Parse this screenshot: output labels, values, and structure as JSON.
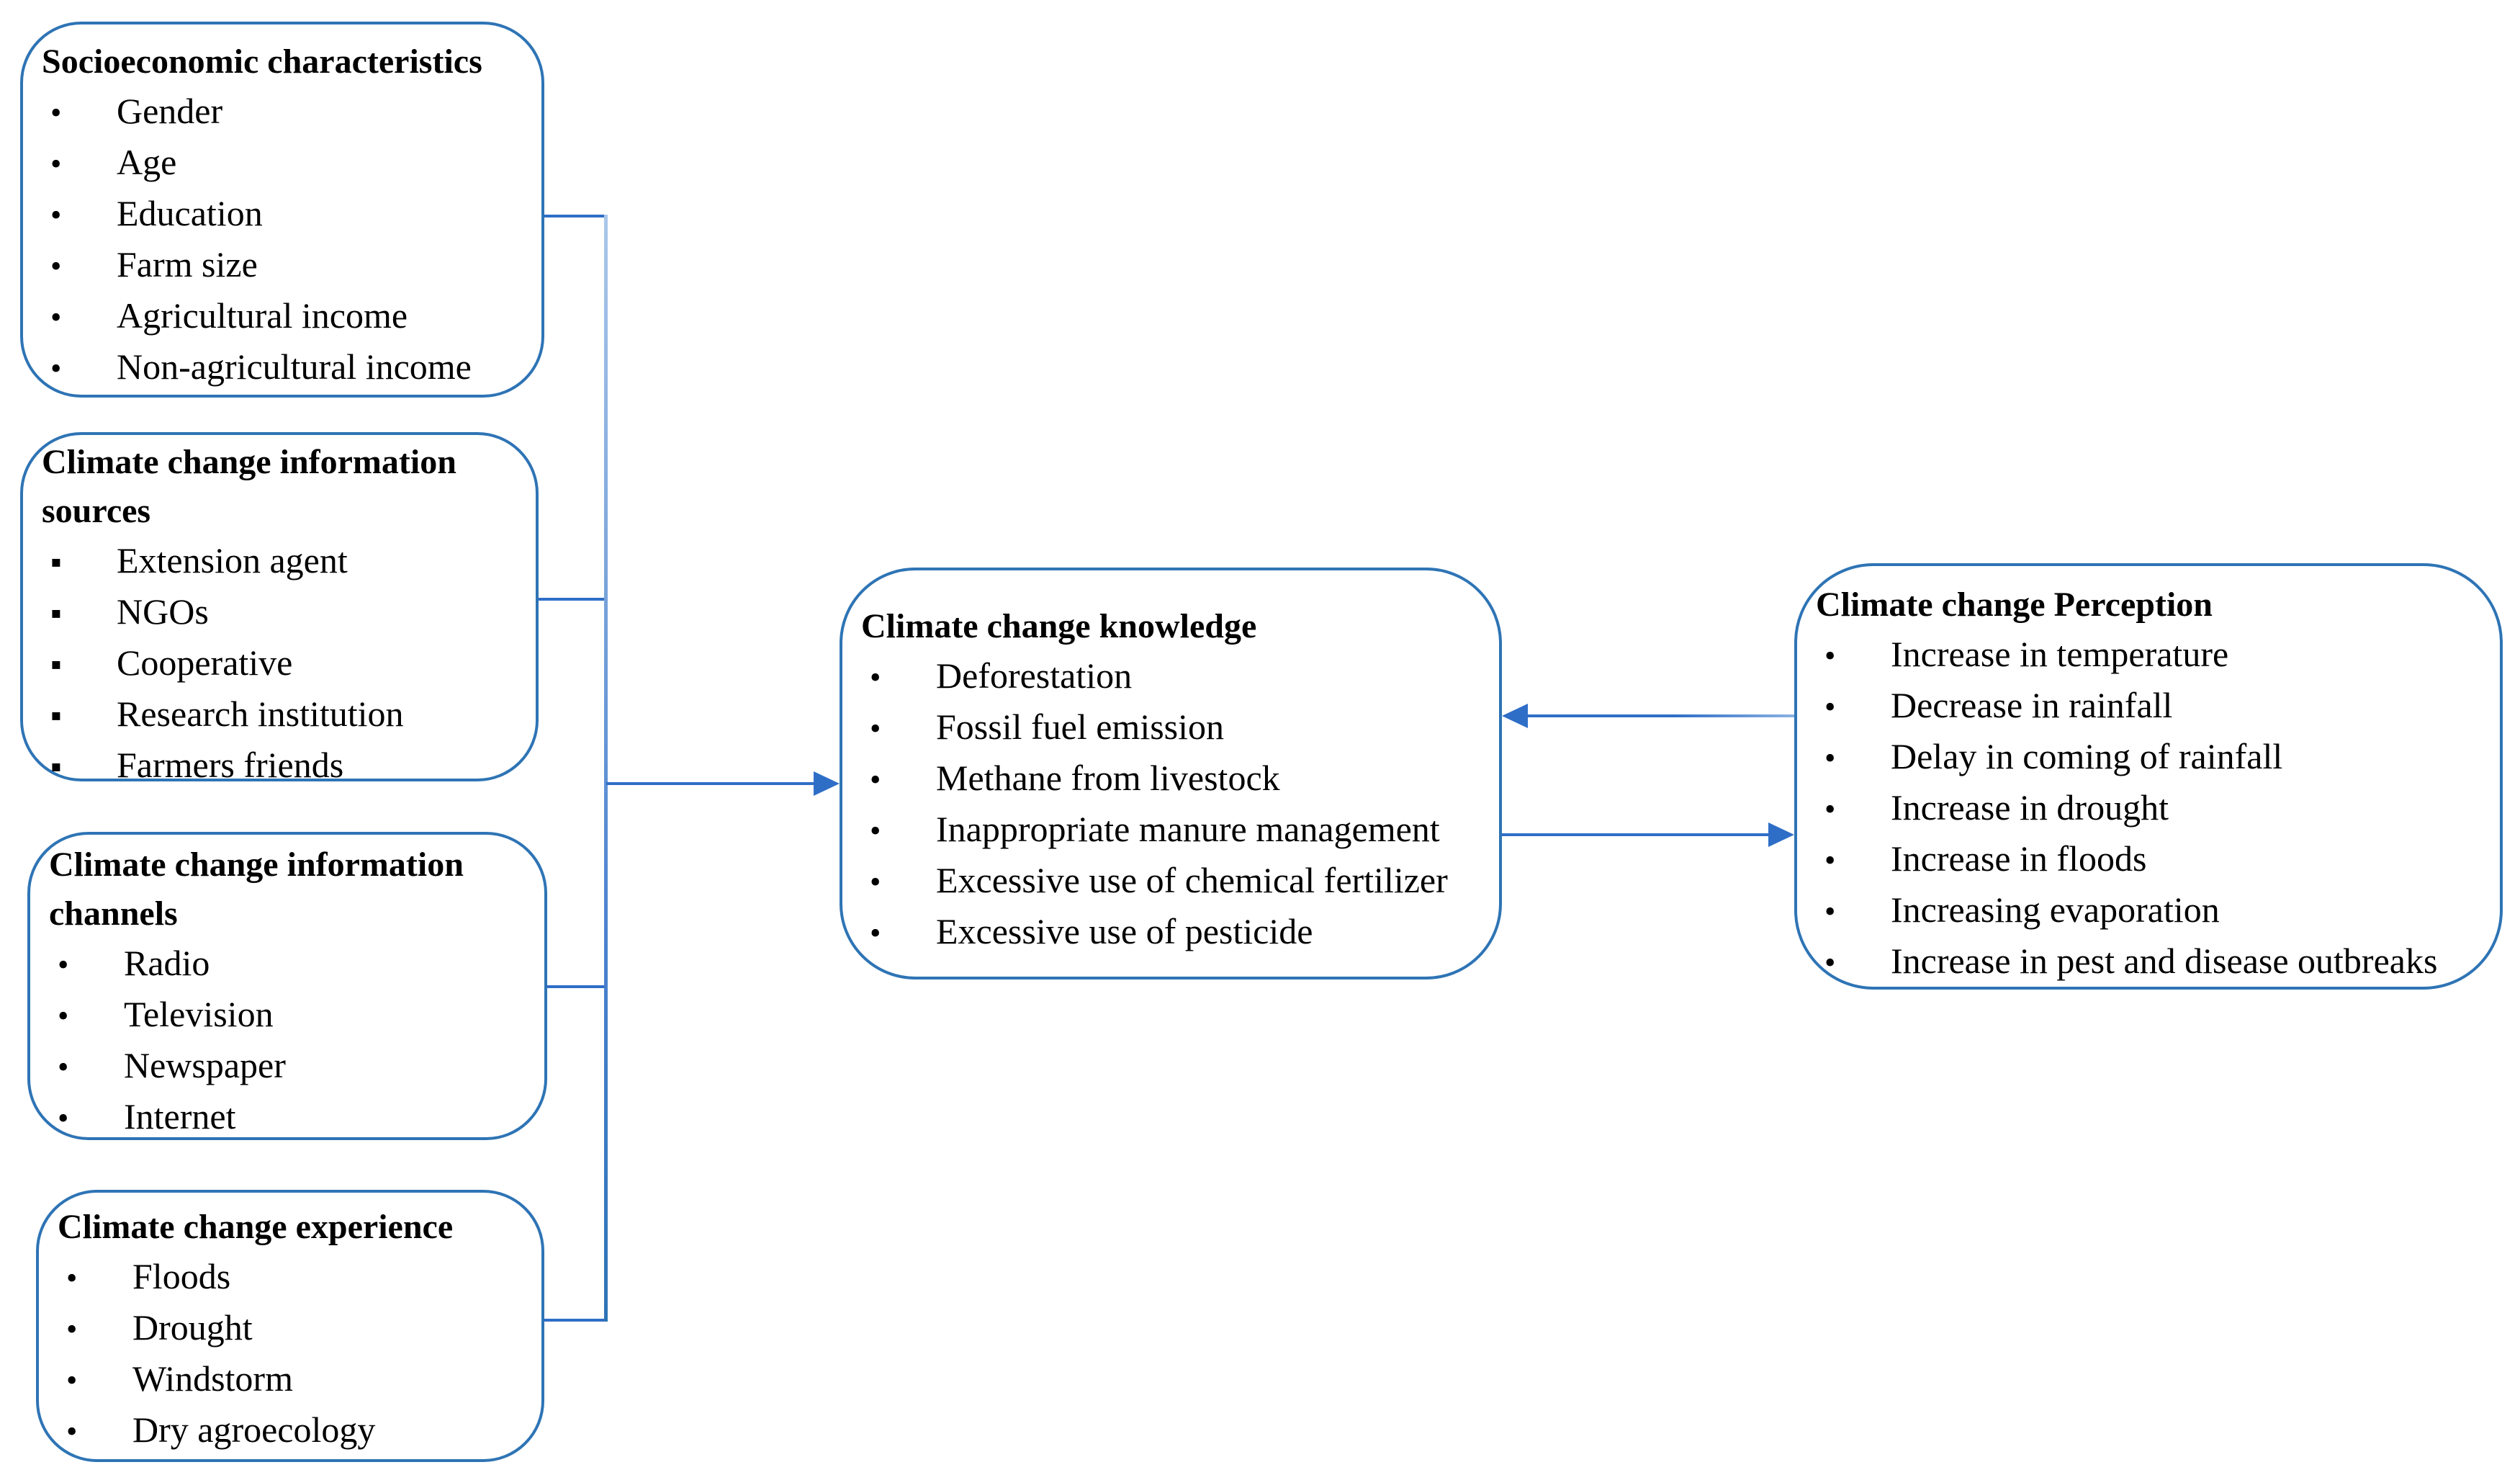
{
  "figure": {
    "background": "#ffffff",
    "colors": {
      "box_border": "#2e74b5",
      "connector": "#2f6ec7",
      "collector_gradient_top": "#aac7ea",
      "text": "#000000"
    },
    "boxes": [
      {
        "id": "socioeconomic-characteristics",
        "title": "Socioeconomic characteristics",
        "bullet": "•",
        "items": [
          "Gender",
          "Age",
          "Education",
          "Farm size",
          "Agricultural income",
          "Non-agricultural income"
        ]
      },
      {
        "id": "climate-change-information-sources",
        "title": "Climate change information sources",
        "bullet": "▪",
        "items": [
          "Extension agent",
          "NGOs",
          "Cooperative",
          "Research institution",
          "Farmers friends"
        ]
      },
      {
        "id": "climate-change-information-channels",
        "title": "Climate change information channels",
        "bullet": "•",
        "items": [
          "Radio",
          "Television",
          "Newspaper",
          "Internet"
        ]
      },
      {
        "id": "climate-change-experience",
        "title": "Climate change experience",
        "bullet": "•",
        "items": [
          "Floods",
          "Drought",
          "Windstorm",
          "Dry agroecology"
        ]
      },
      {
        "id": "climate-change-knowledge",
        "title": "Climate change knowledge",
        "bullet": "•",
        "items": [
          "Deforestation",
          "Fossil fuel emission",
          "Methane from livestock",
          "Inappropriate manure management",
          "Excessive use of chemical fertilizer",
          "Excessive use of pesticide"
        ]
      },
      {
        "id": "climate-change-perception",
        "title": "Climate change Perception",
        "bullet": "•",
        "items": [
          "Increase in temperature",
          "Decrease in rainfall",
          "Delay in coming of rainfall",
          "Increase in drought",
          "Increase in floods",
          "Increasing evaporation",
          "Increase in pest and disease outbreaks"
        ]
      }
    ],
    "connections": [
      {
        "from": "socioeconomic-characteristics",
        "to": "climate-change-knowledge",
        "style": "merged-right-arrow"
      },
      {
        "from": "climate-change-information-sources",
        "to": "climate-change-knowledge",
        "style": "merged-right-arrow"
      },
      {
        "from": "climate-change-information-channels",
        "to": "climate-change-knowledge",
        "style": "merged-right-arrow"
      },
      {
        "from": "climate-change-experience",
        "to": "climate-change-knowledge",
        "style": "merged-right-arrow"
      },
      {
        "from": "climate-change-perception",
        "to": "climate-change-knowledge",
        "style": "left-arrow"
      },
      {
        "from": "climate-change-knowledge",
        "to": "climate-change-perception",
        "style": "right-arrow"
      }
    ]
  }
}
